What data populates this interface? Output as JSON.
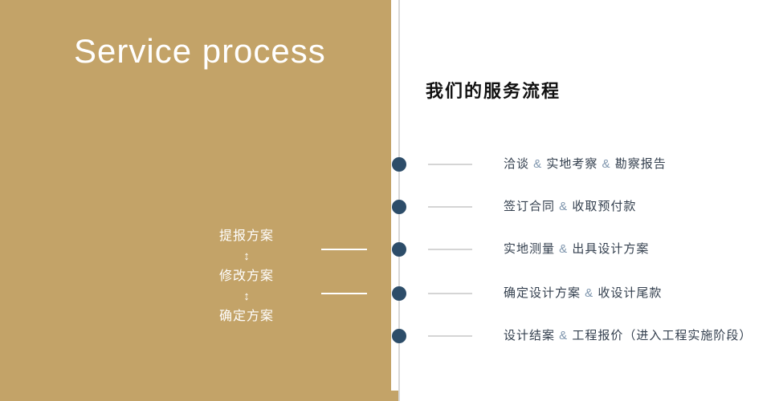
{
  "colors": {
    "gold": "#c3a368",
    "dot": "#2d4d69",
    "divider": "#d8d8d8",
    "connector": "#d5d5d5",
    "text": "#333f4e",
    "amp": "#7e95ad"
  },
  "left_panel": {
    "title": "Service process",
    "plan_steps": [
      "提报方案",
      "修改方案",
      "确定方案"
    ],
    "arrow_glyph": "↕"
  },
  "right_panel": {
    "heading": "我们的服务流程",
    "items": [
      {
        "text": "洽谈 & 实地考察 & 勘察报告"
      },
      {
        "text": "签订合同 & 收取预付款"
      },
      {
        "text": "实地测量 & 出具设计方案"
      },
      {
        "text": "确定设计方案 & 收设计尾款"
      },
      {
        "text": "设计结案 & 工程报价（进入工程实施阶段）"
      }
    ]
  }
}
